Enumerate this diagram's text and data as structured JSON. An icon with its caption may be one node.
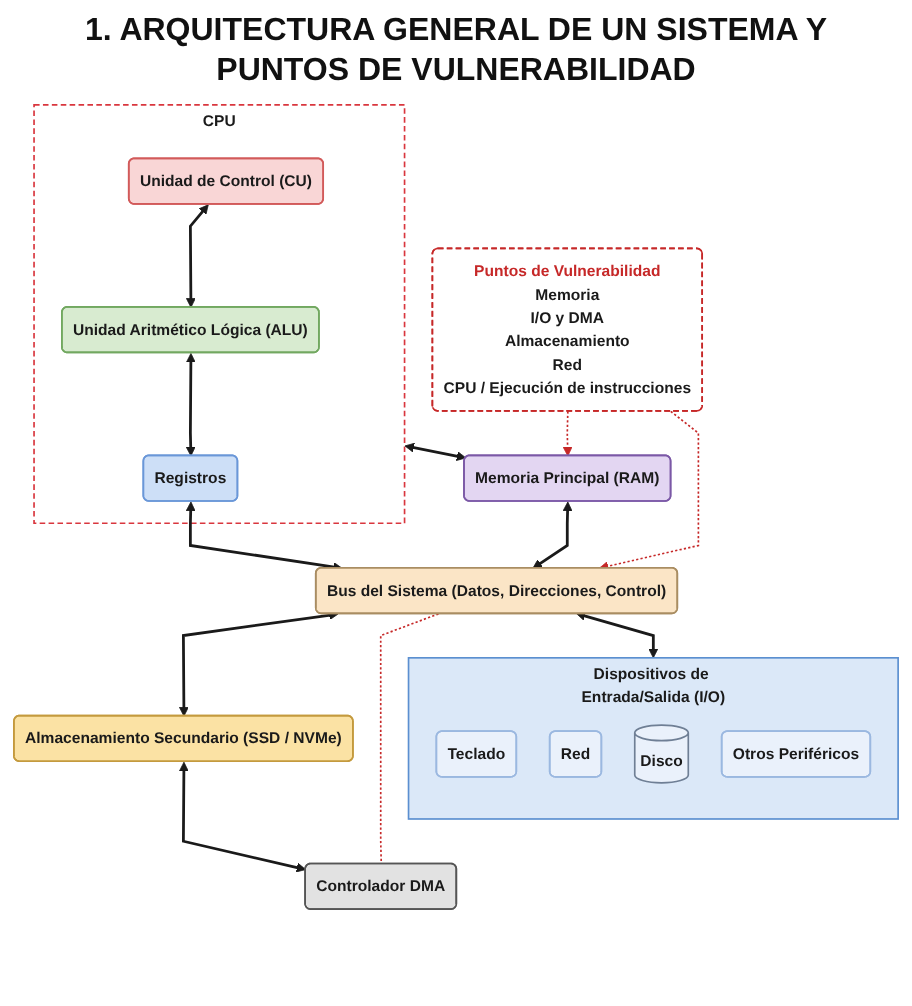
{
  "diagram": {
    "title": "1. ARQUITECTURA GENERAL DE UN SISTEMA Y PUNTOS DE VULNERABILIDAD",
    "nodes": [
      {
        "text": [
          "CPU"
        ]
      },
      {
        "text": [
          "Unidad de Control (CU)"
        ],
        "in": 0
      },
      {
        "text": [
          "Unidad Aritmético Lógica (ALU)"
        ],
        "in": 0
      },
      {
        "text": [
          "Registros"
        ],
        "in": 0
      },
      {
        "text": [
          "Memoria Principal (RAM)"
        ]
      },
      {
        "text": [
          "Puntos de Vulnerabilidad",
          "Memoria",
          "I/O y DMA",
          "Almacenamiento",
          "Red",
          "CPU / Ejecución de instrucciones"
        ]
      },
      {
        "text": [
          "Bus del Sistema (Datos, Direcciones, Control)"
        ]
      },
      {
        "text": [
          "Dispositivos de Entrada/Salida (I/O)"
        ]
      },
      {
        "text": [
          "Teclado"
        ],
        "in": 7
      },
      {
        "text": [
          "Red"
        ],
        "in": 7
      },
      {
        "text": [
          "Disco"
        ],
        "in": 7
      },
      {
        "text": [
          "Otros Periféricos"
        ],
        "in": 7
      },
      {
        "text": [
          "Almacenamiento Secundario (SSD / NVMe)"
        ]
      },
      {
        "text": [
          "Controlador DMA"
        ]
      }
    ],
    "edges": [
      {
        "from": 1,
        "to": 2,
        "arrow": "both"
      },
      {
        "from": 2,
        "to": 3,
        "arrow": "both"
      },
      {
        "from": 0,
        "to": 4,
        "arrow": "both"
      },
      {
        "from": 4,
        "to": 6,
        "arrow": "both"
      },
      {
        "from": 3,
        "to": 6,
        "arrow": "both"
      },
      {
        "from": 6,
        "to": 7,
        "arrow": "both"
      },
      {
        "from": 6,
        "to": 12,
        "arrow": "both"
      },
      {
        "from": 12,
        "to": 13,
        "arrow": "both"
      },
      {
        "from": 5,
        "to": 4,
        "arrow": "to",
        "style": "dashed",
        "color": "#c62828"
      },
      {
        "from": 5,
        "to": 6,
        "arrow": "to",
        "style": "dashed",
        "color": "#c62828"
      },
      {
        "from": 6,
        "to": 13,
        "arrow": "none",
        "style": "dashed",
        "color": "#c62828"
      }
    ]
  }
}
